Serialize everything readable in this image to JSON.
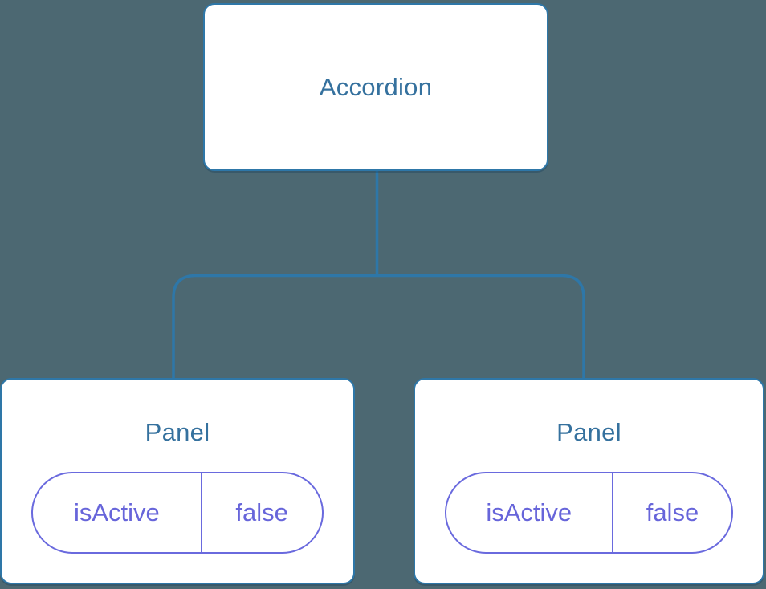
{
  "colors": {
    "background": "#4c6872",
    "line": "#2e77a8",
    "node_fill": "#ffffff",
    "node_border": "#2e77a8",
    "node_text": "#35719e",
    "pill_border": "#6a6ade",
    "pill_text": "#6765da"
  },
  "diagram": {
    "type": "component-tree",
    "root": {
      "label": "Accordion"
    },
    "children": [
      {
        "label": "Panel",
        "prop": {
          "name": "isActive",
          "value": "false"
        }
      },
      {
        "label": "Panel",
        "prop": {
          "name": "isActive",
          "value": "false"
        }
      }
    ]
  }
}
